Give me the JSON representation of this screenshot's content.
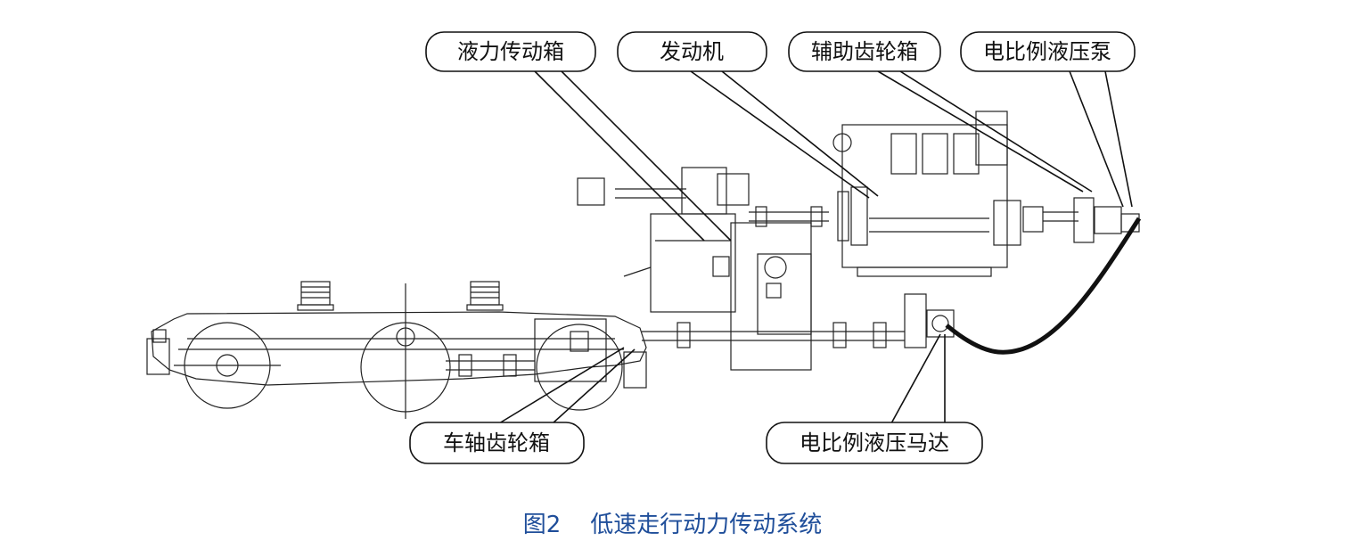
{
  "callouts": {
    "hydraulic_transmission": "液力传动箱",
    "engine": "发动机",
    "auxiliary_gearbox": "辅助齿轮箱",
    "proportional_pump": "电比例液压泵",
    "axle_gearbox": "车轴齿轮箱",
    "proportional_motor": "电比例液压马达"
  },
  "caption": {
    "number": "图2",
    "title": "低速走行动力传动系统"
  },
  "colors": {
    "line": "#111111",
    "caption": "#1f4e9a"
  }
}
